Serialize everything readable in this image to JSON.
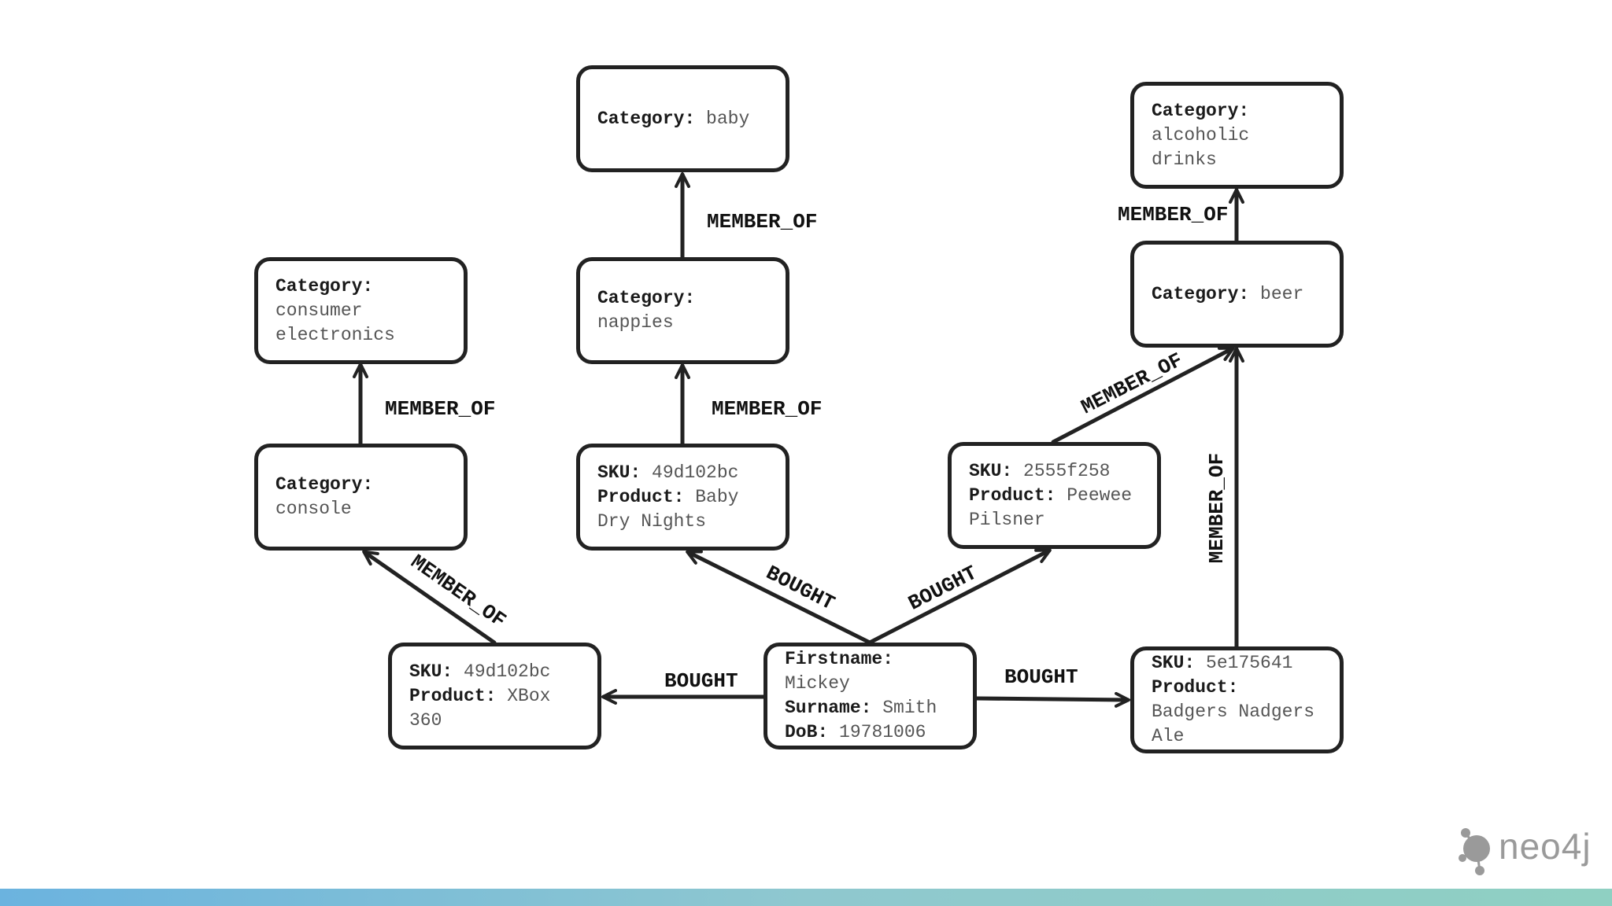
{
  "nodes": [
    {
      "id": "cat-baby",
      "fields": [
        {
          "key": "Category:",
          "value": "baby"
        }
      ]
    },
    {
      "id": "cat-alcohol",
      "fields": [
        {
          "key": "Category:",
          "value": "alcoholic drinks"
        }
      ]
    },
    {
      "id": "cat-consumer",
      "fields": [
        {
          "key": "Category:",
          "value": "consumer electronics"
        }
      ]
    },
    {
      "id": "cat-nappies",
      "fields": [
        {
          "key": "Category:",
          "value": "nappies"
        }
      ]
    },
    {
      "id": "cat-beer",
      "fields": [
        {
          "key": "Category:",
          "value": "beer"
        }
      ]
    },
    {
      "id": "cat-console",
      "fields": [
        {
          "key": "Category:",
          "value": "console"
        }
      ]
    },
    {
      "id": "sku-baby",
      "fields": [
        {
          "key": "SKU:",
          "value": "49d102bc"
        },
        {
          "key": "Product:",
          "value": "Baby Dry Nights"
        }
      ]
    },
    {
      "id": "sku-peewee",
      "fields": [
        {
          "key": "SKU:",
          "value": "2555f258"
        },
        {
          "key": "Product:",
          "value": "Peewee Pilsner"
        }
      ]
    },
    {
      "id": "sku-xbox",
      "fields": [
        {
          "key": "SKU:",
          "value": "49d102bc"
        },
        {
          "key": "Product:",
          "value": "XBox 360"
        }
      ]
    },
    {
      "id": "person",
      "fields": [
        {
          "key": "Firstname:",
          "value": "Mickey"
        },
        {
          "key": "Surname:",
          "value": "Smith"
        },
        {
          "key": "DoB:",
          "value": "19781006"
        }
      ]
    },
    {
      "id": "sku-badgers",
      "fields": [
        {
          "key": "SKU:",
          "value": "5e175641"
        },
        {
          "key": "Product:",
          "value": "Badgers Nadgers Ale"
        }
      ]
    }
  ],
  "edges": [
    {
      "from": "cat-nappies",
      "to": "cat-baby",
      "label": "MEMBER_OF"
    },
    {
      "from": "cat-beer",
      "to": "cat-alcohol",
      "label": "MEMBER_OF"
    },
    {
      "from": "cat-console",
      "to": "cat-consumer",
      "label": "MEMBER_OF"
    },
    {
      "from": "sku-baby",
      "to": "cat-nappies",
      "label": "MEMBER_OF"
    },
    {
      "from": "sku-peewee",
      "to": "cat-beer",
      "label": "MEMBER_OF"
    },
    {
      "from": "sku-badgers",
      "to": "cat-beer",
      "label": "MEMBER_OF"
    },
    {
      "from": "sku-xbox",
      "to": "cat-console",
      "label": "MEMBER_OF"
    },
    {
      "from": "person",
      "to": "sku-baby",
      "label": "BOUGHT"
    },
    {
      "from": "person",
      "to": "sku-peewee",
      "label": "BOUGHT"
    },
    {
      "from": "person",
      "to": "sku-xbox",
      "label": "BOUGHT"
    },
    {
      "from": "person",
      "to": "sku-badgers",
      "label": "BOUGHT"
    }
  ],
  "logo": {
    "text": "neo4j"
  },
  "colors": {
    "stroke": "#222222",
    "accent_gradient_start": "#6bb3df",
    "accent_gradient_end": "#8fd0c2",
    "logo": "#9a9a9a"
  }
}
